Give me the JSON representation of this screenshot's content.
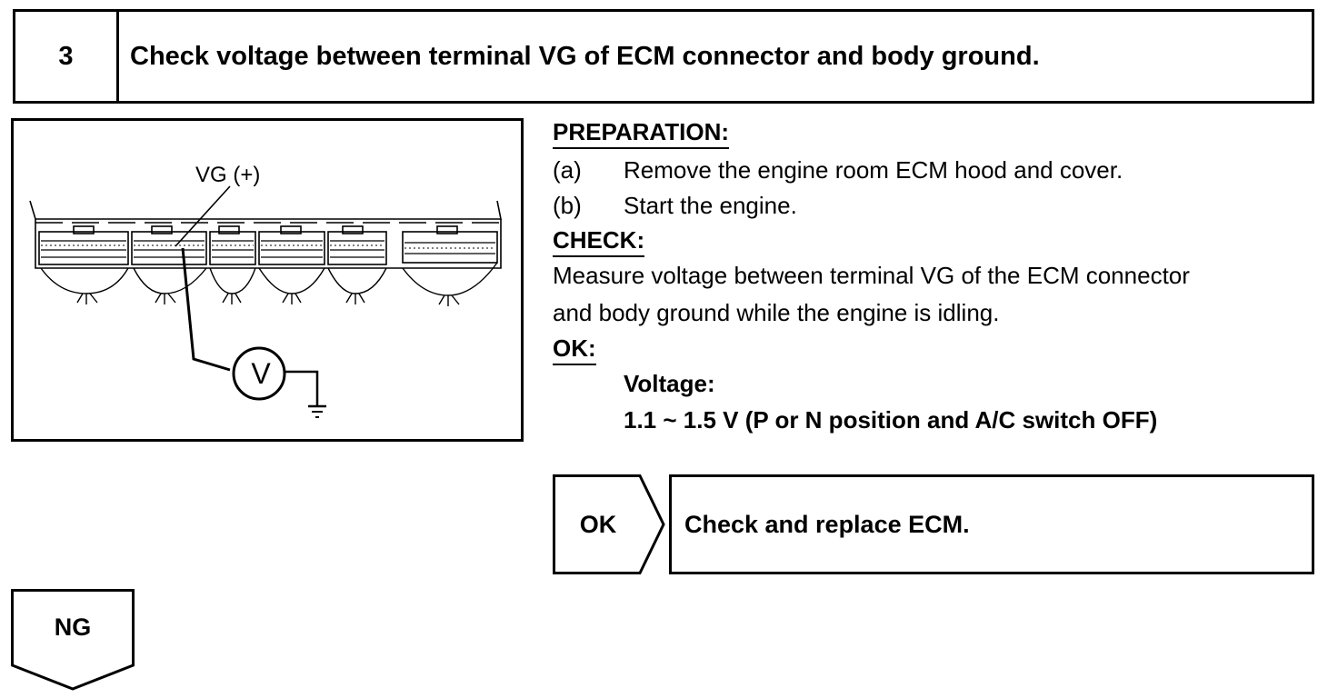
{
  "step": {
    "number": "3",
    "title": "Check voltage between terminal VG of ECM connector and body ground."
  },
  "diagram": {
    "terminal_label": "VG (+)",
    "meter_symbol": "V"
  },
  "preparation": {
    "heading": "PREPARATION:",
    "items": [
      {
        "marker": "(a)",
        "text": "Remove the engine room ECM hood and cover."
      },
      {
        "marker": "(b)",
        "text": "Start the engine."
      }
    ]
  },
  "check": {
    "heading": "CHECK:",
    "lines": [
      "Measure voltage between terminal VG of the ECM connector",
      "and body ground while the engine is idling."
    ]
  },
  "ok_spec": {
    "heading": "OK:",
    "label": "Voltage:",
    "value": "1.1 ~ 1.5 V (P or N position and A/C switch OFF)"
  },
  "flow": {
    "ok_label": "OK",
    "ok_action": "Check and replace ECM.",
    "ng_label": "NG"
  }
}
